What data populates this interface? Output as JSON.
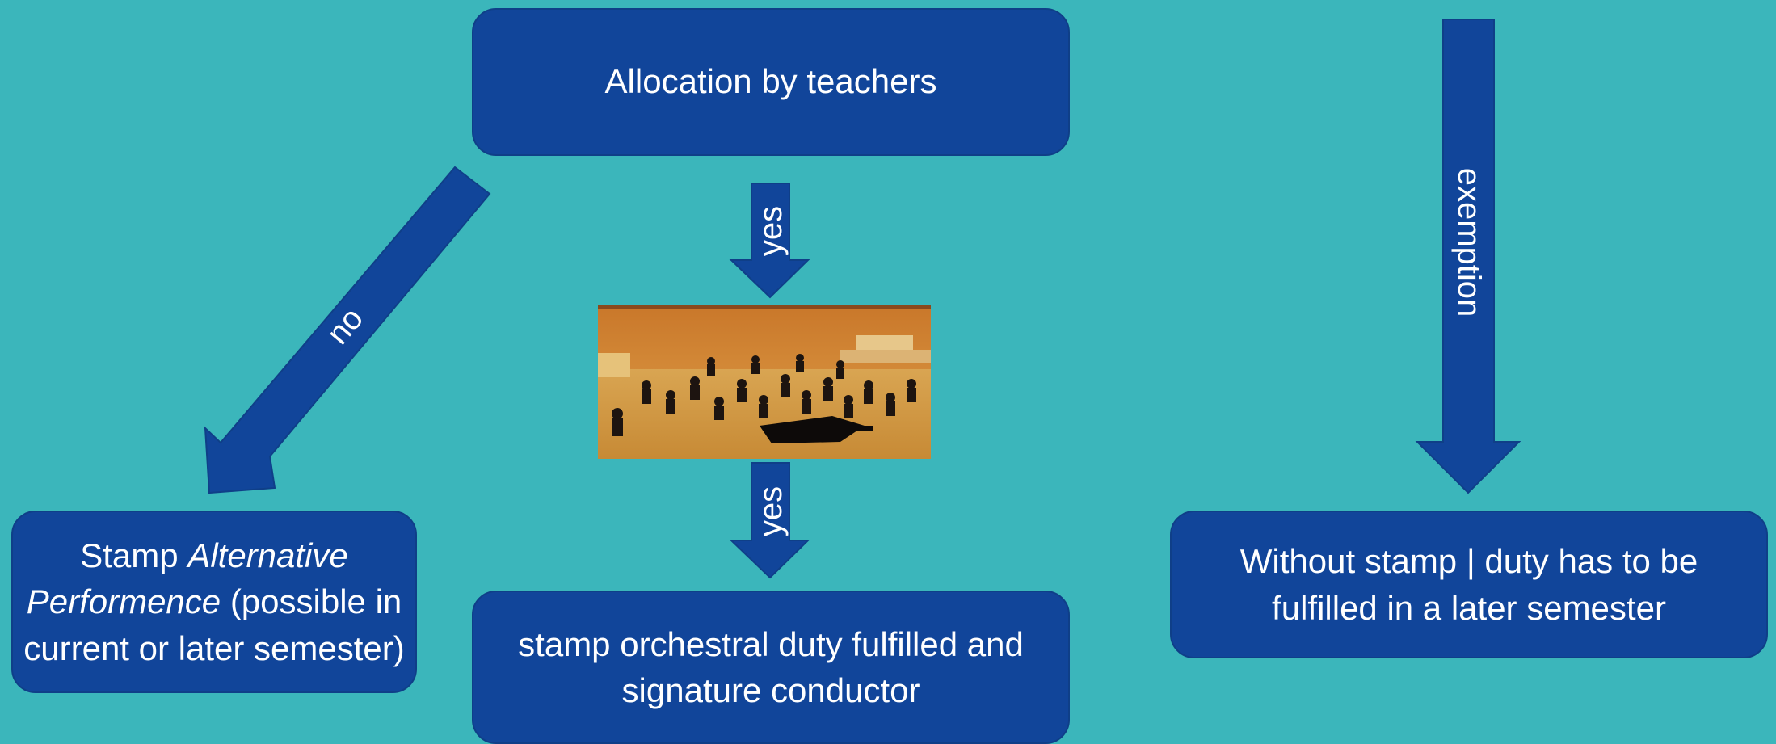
{
  "colors": {
    "background": "#3bb6bb",
    "box_fill": "#11459a",
    "arrow_fill": "#11459a",
    "text": "#ffffff"
  },
  "boxes": {
    "top": {
      "text": "Allocation by teachers"
    },
    "left": {
      "prefix": "Stamp ",
      "italic": "Alternative Performence",
      "suffix": " (possible in current or later semester)"
    },
    "middle": {
      "text": "stamp orchestral duty fulfilled and signature conductor"
    },
    "right": {
      "text": "Without stamp | duty has to be fulfilled in a later semester"
    }
  },
  "arrows": {
    "no": "no",
    "yes_top": "yes",
    "yes_bottom": "yes",
    "exemption": "exemption"
  },
  "image": {
    "subject": "orchestra-on-stage-photo"
  }
}
